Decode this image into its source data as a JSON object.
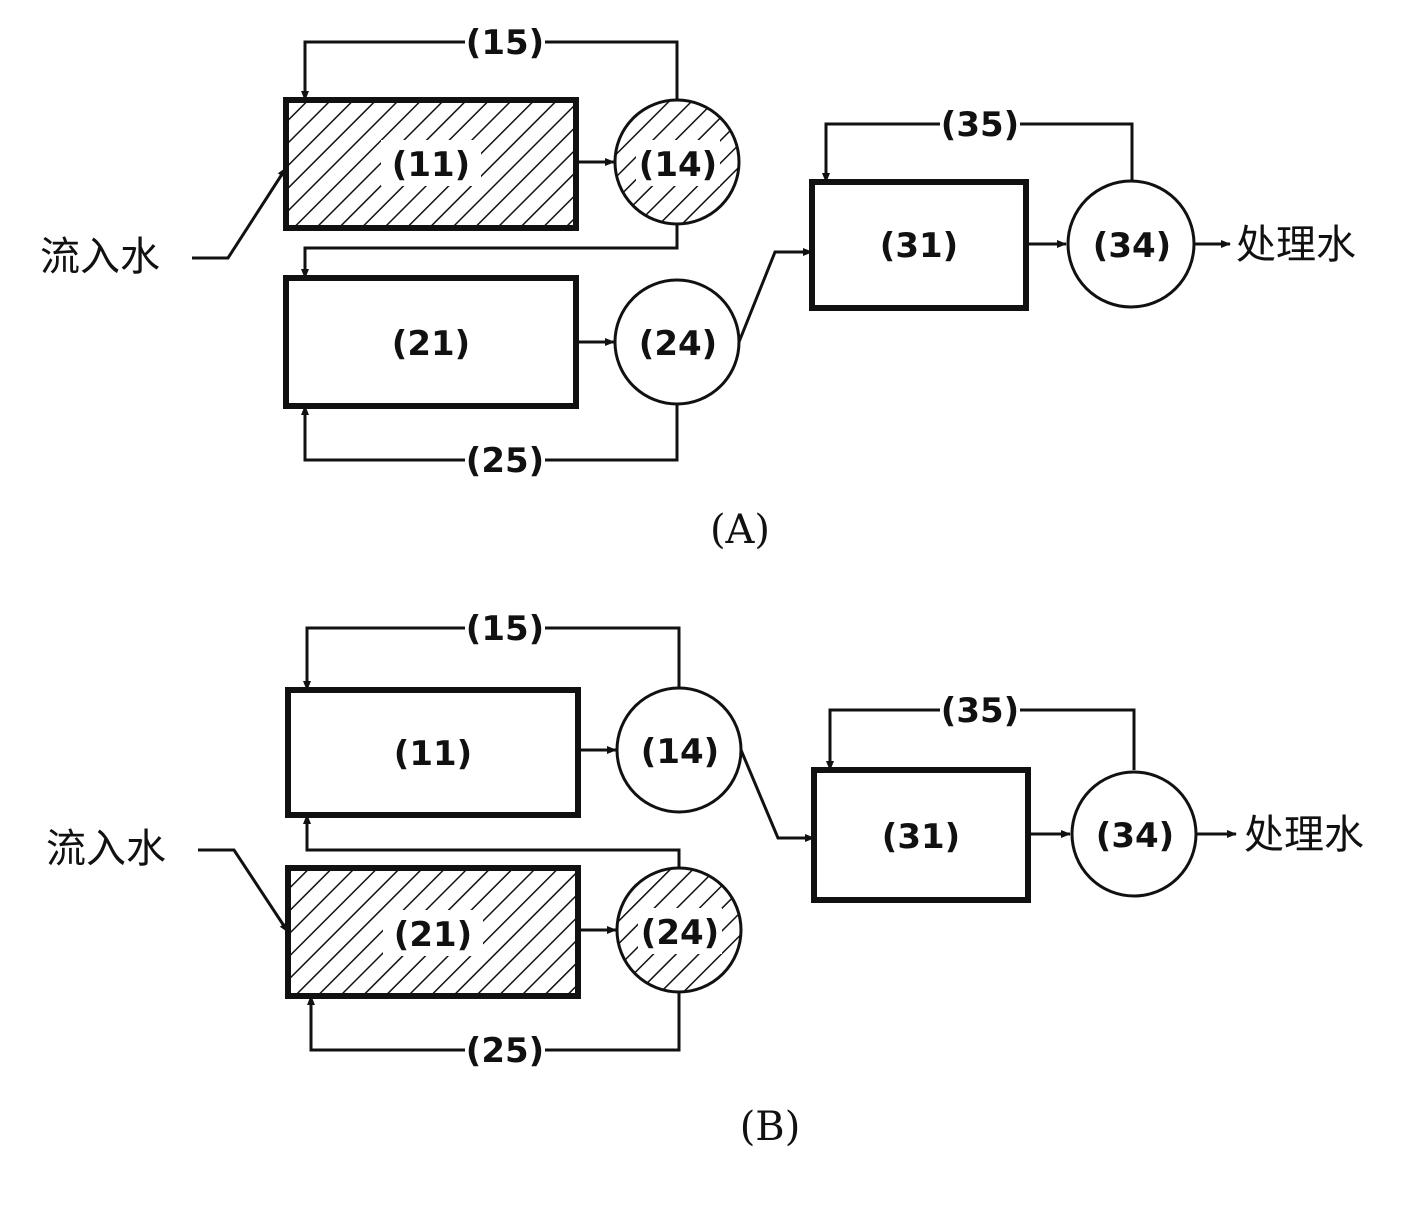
{
  "panel_a": {
    "caption": "(A)",
    "inflow": "流入水",
    "outflow": "处理水",
    "tank_11": "(11)",
    "tank_14": "(14)",
    "tank_21": "(21)",
    "tank_24": "(24)",
    "tank_31": "(31)",
    "tank_34": "(34)",
    "return_15": "(15)",
    "return_25": "(25)",
    "return_35": "(35)",
    "hatched_units": [
      "(11)",
      "(14)"
    ]
  },
  "panel_b": {
    "caption": "(B)",
    "inflow": "流入水",
    "outflow": "处理水",
    "tank_11": "(11)",
    "tank_14": "(14)",
    "tank_21": "(21)",
    "tank_24": "(24)",
    "tank_31": "(31)",
    "tank_34": "(34)",
    "return_15": "(15)",
    "return_25": "(25)",
    "return_35": "(35)",
    "hatched_units": [
      "(21)",
      "(24)"
    ]
  },
  "colors": {
    "ink": "#111111",
    "background": "#ffffff"
  }
}
